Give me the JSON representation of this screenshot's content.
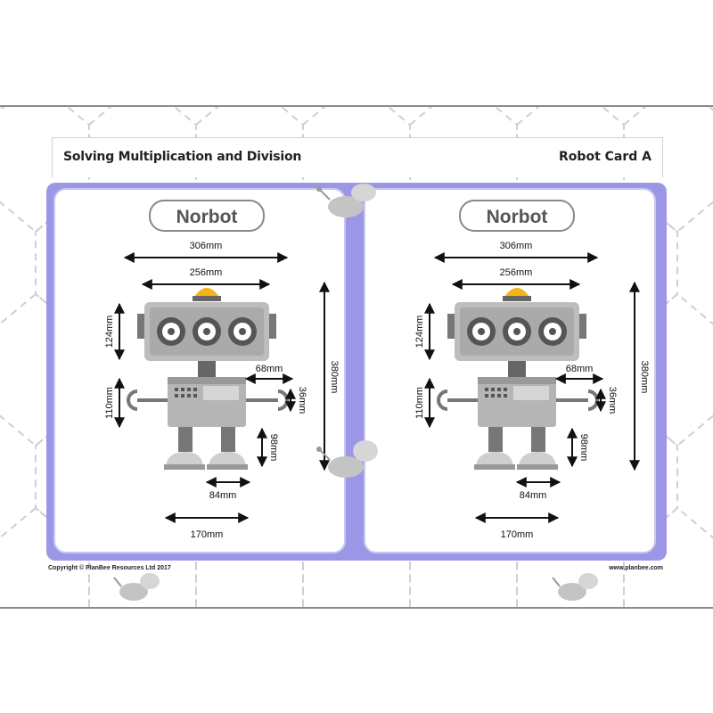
{
  "header": {
    "title": "Solving Multiplication and Division",
    "card_label": "Robot Card A"
  },
  "cards": [
    {
      "name": "Norbot",
      "dims": {
        "total_width": "306mm",
        "head_width": "256mm",
        "head_height": "124mm",
        "total_height": "380mm",
        "arm_length": "68mm",
        "hand_size": "36mm",
        "body_height": "110mm",
        "leg_length": "98mm",
        "foot_gap": "84mm",
        "base_width": "170mm"
      }
    },
    {
      "name": "Norbot",
      "dims": {
        "total_width": "306mm",
        "head_width": "256mm",
        "head_height": "124mm",
        "total_height": "380mm",
        "arm_length": "68mm",
        "hand_size": "36mm",
        "body_height": "110mm",
        "leg_length": "98mm",
        "foot_gap": "84mm",
        "base_width": "170mm"
      }
    }
  ],
  "footer": {
    "copyright": "Copyright © PlanBee Resources Ltd 2017",
    "url": "www.planbee.com"
  },
  "colors": {
    "frame": "#9b97e6",
    "robot_grey": "#a9a9a9",
    "beacon": "#f2b418"
  },
  "icons": [
    "bee-icon"
  ]
}
